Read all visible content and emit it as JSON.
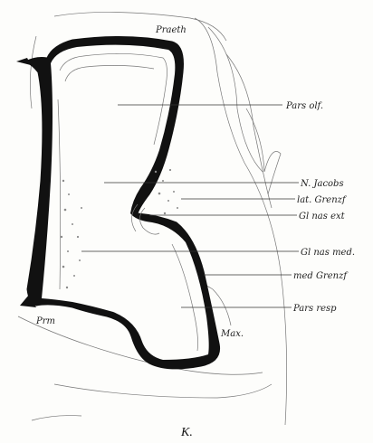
{
  "figure": {
    "label": "K.",
    "labels": {
      "praeth": "Praeth",
      "pars_olf": "Pars olf.",
      "n_jacobs": "N. Jacobs",
      "lat_grenzf": "lat. Grenzf",
      "gl_nas_ext": "Gl nas ext",
      "gl_nas_med": "Gl nas med.",
      "med_grenzf": "med Grenzf",
      "pars_resp": "Pars resp",
      "max": "Max.",
      "prm": "Prm"
    }
  },
  "colors": {
    "ink": "#111111",
    "line": "#777777",
    "paper": "#fdfdfb"
  }
}
